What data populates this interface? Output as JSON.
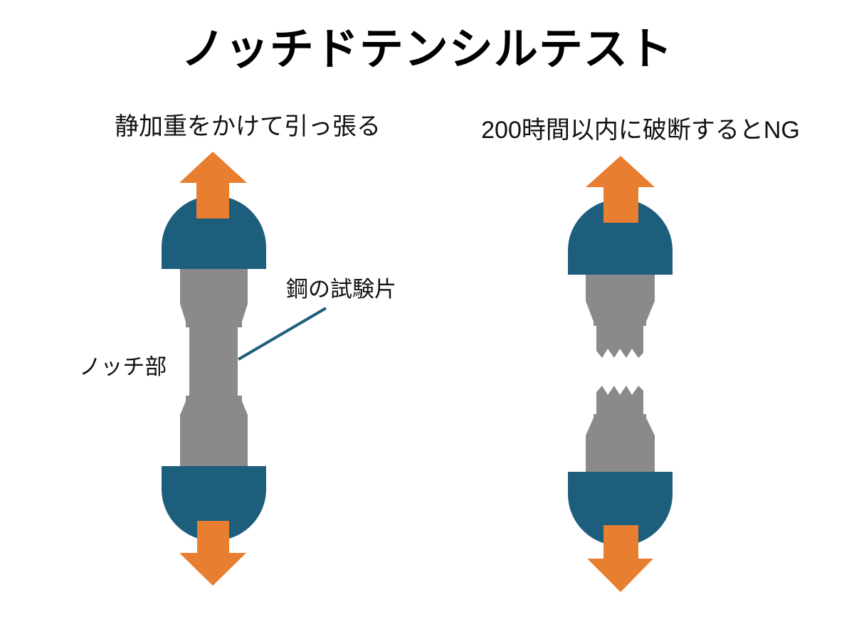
{
  "title": "ノッチドテンシルテスト",
  "left_panel": {
    "caption": "静加重をかけて引っ張る",
    "labels": {
      "specimen": "鋼の試験片",
      "notch": "ノッチ部"
    },
    "state": "intact"
  },
  "right_panel": {
    "caption": "200時間以内に破断するとNG",
    "state": "fractured"
  },
  "icons": {
    "left_top": "up-arrow-icon",
    "left_bottom": "down-arrow-icon",
    "right_top": "up-arrow-icon",
    "right_bottom": "down-arrow-icon"
  },
  "colors": {
    "background": "#FFFFFF",
    "text": "#111111",
    "title_text": "#000000",
    "grip": "#1E5E7D",
    "arrow": "#E87E2F",
    "specimen": "#8A8A8A",
    "leader_line": "#1E5E7D"
  }
}
